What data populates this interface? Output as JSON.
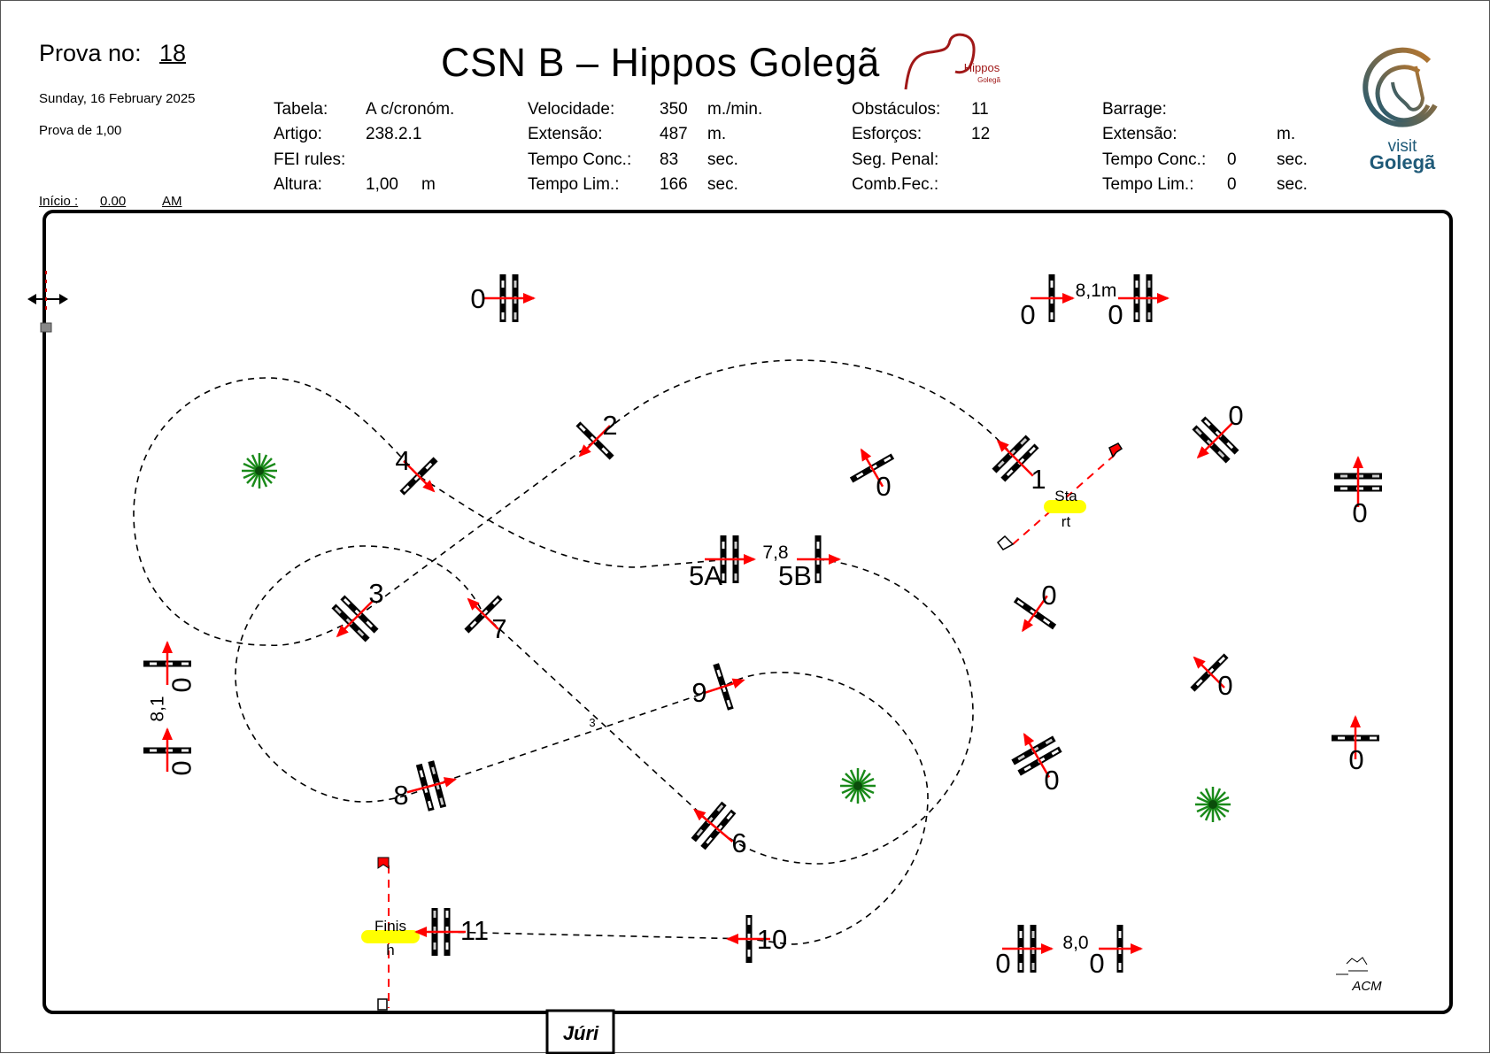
{
  "header": {
    "prova_label": "Prova no:",
    "prova_number": "18",
    "title": "CSN B – Hippos Golegã",
    "date": "Sunday, 16 February 2025",
    "prova_de": "Prova de 1,00",
    "inicio_label": "Início :",
    "inicio_time": "0.00",
    "inicio_ampm": "AM"
  },
  "info": {
    "tabela_label": "Tabela:",
    "tabela_value": "A c/cronóm.",
    "artigo_label": "Artigo:",
    "artigo_value": "238.2.1",
    "fei_label": "FEI rules:",
    "altura_label": "Altura:",
    "altura_value": "1,00",
    "altura_unit": "m",
    "velocidade_label": "Velocidade:",
    "velocidade_value": "350",
    "velocidade_unit": "m./min.",
    "extensao_label": "Extensão:",
    "extensao_value": "487",
    "extensao_unit": "m.",
    "tempo_conc_label": "Tempo Conc.:",
    "tempo_conc_value": "83",
    "tempo_conc_unit": "sec.",
    "tempo_lim_label": "Tempo Lim.:",
    "tempo_lim_value": "166",
    "tempo_lim_unit": "sec.",
    "obstaculos_label": "Obstáculos:",
    "obstaculos_value": "11",
    "esforcos_label": "Esforços:",
    "esforcos_value": "12",
    "seg_penal_label": "Seg. Penal:",
    "comb_fec_label": "Comb.Fec.:",
    "barrage_label": "Barrage:",
    "barrage_extensao_label": "Extensão:",
    "barrage_extensao_unit": "m.",
    "barrage_tempo_conc_label": "Tempo Conc.:",
    "barrage_tempo_conc_value": "0",
    "barrage_tempo_conc_unit": "sec.",
    "barrage_tempo_lim_label": "Tempo Lim.:",
    "barrage_tempo_lim_value": "0",
    "barrage_tempo_lim_unit": "sec."
  },
  "logos": {
    "hippos_line1": "Hippos",
    "hippos_line2": "Golegã",
    "visit_line1": "visit",
    "visit_line2": "Golegã"
  },
  "course": {
    "obstacles": [
      "1",
      "2",
      "3",
      "4",
      "5A",
      "5B",
      "6",
      "7",
      "8",
      "9",
      "10",
      "11"
    ],
    "unnumbered_label": "0",
    "distances": {
      "top_right": "8,1m",
      "combination_5": "7,8",
      "bottom_right": "8,0",
      "left": "8,1",
      "strides_6_7": "3"
    },
    "start_top": "Sta",
    "start_bottom": "rt",
    "finish_top": "Finis",
    "finish_bottom": "h"
  },
  "footer": {
    "jury": "Júri",
    "designer": "ACM"
  },
  "colors": {
    "arrow": "#ff0000",
    "start_finish": "#ffff00",
    "tree": "#1a8a1a",
    "hippos": "#a01818",
    "visit": "#1f5a78"
  }
}
